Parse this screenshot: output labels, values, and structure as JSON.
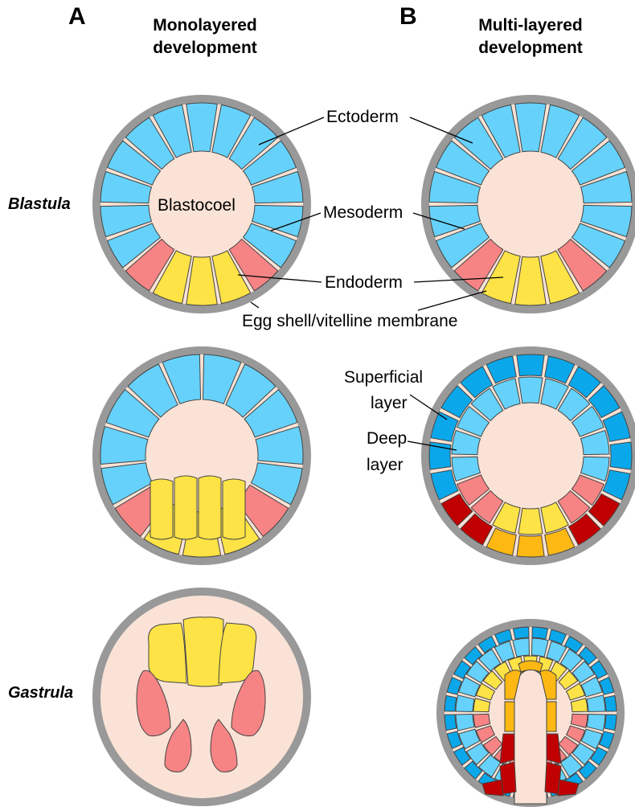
{
  "panels": {
    "a": {
      "letter": "A",
      "title_line1": "Monolayered",
      "title_line2": "development"
    },
    "b": {
      "letter": "B",
      "title_line1": "Multi-layered",
      "title_line2": "development"
    }
  },
  "stages": {
    "blastula": "Blastula",
    "gastrula": "Gastrula"
  },
  "labels": {
    "ectoderm": "Ectoderm",
    "mesoderm": "Mesoderm",
    "endoderm": "Endoderm",
    "blastocoel": "Blastocoel",
    "egg_shell": "Egg shell/vitelline membrane",
    "superficial_1": "Superficial",
    "superficial_2": "layer",
    "deep_1": "Deep",
    "deep_2": "layer"
  },
  "colors": {
    "ectoderm": "#66d2fb",
    "ectoderm_superficial": "#0aa8ea",
    "mesoderm": "#f78485",
    "mesoderm_superficial": "#c00000",
    "endoderm": "#fde346",
    "endoderm_superficial": "#fdb813",
    "blastocoel": "#fae3d6",
    "shell": "#999999"
  }
}
